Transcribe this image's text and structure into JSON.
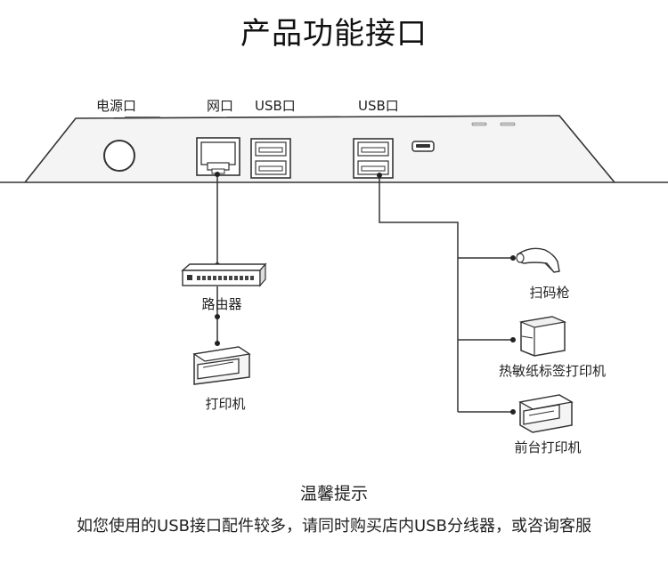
{
  "title": "产品功能接口",
  "ports": {
    "power": "电源口",
    "network": "网口",
    "usb_left": "USB口",
    "usb_right": "USB口"
  },
  "devices": {
    "router": "路由器",
    "printer": "打印机",
    "scanner": "扫码枪",
    "label_printer": "热敏纸标签打印机",
    "front_printer": "前台打印机"
  },
  "tip": {
    "title": "温馨提示",
    "body": "如您使用的USB接口配件较多，请同时购买店内USB分线器，或咨询客服"
  },
  "colors": {
    "line": "#333333",
    "panel": "#f2f2f2"
  }
}
